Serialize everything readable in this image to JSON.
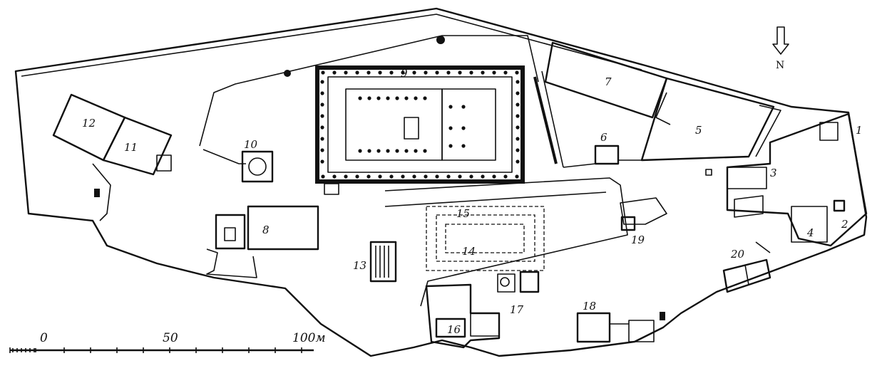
{
  "labels": {
    "n1": "1",
    "n2": "2",
    "n3": "3",
    "n4": "4",
    "n5": "5",
    "n6": "6",
    "n7": "7",
    "n8": "8",
    "n9": "9",
    "n10": "10",
    "n11": "11",
    "n12": "12",
    "n13": "13",
    "n14": "14",
    "n15": "15",
    "n16": "16",
    "n17": "17",
    "n18": "18",
    "n19": "19",
    "n20": "20"
  },
  "north": {
    "letter": "N"
  },
  "scale": {
    "t0": "0",
    "t50": "50",
    "t100": "100м"
  }
}
